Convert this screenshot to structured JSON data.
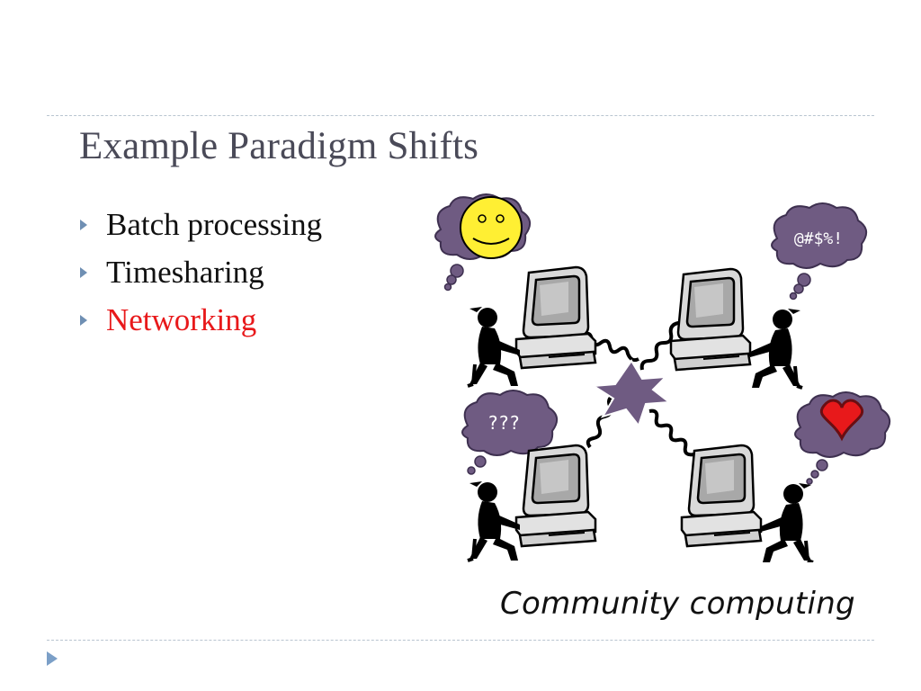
{
  "slide": {
    "title": "Example Paradigm Shifts",
    "bullets": [
      {
        "text": "Batch processing",
        "color": "#111111"
      },
      {
        "text": "Timesharing",
        "color": "#111111"
      },
      {
        "text": "Networking",
        "color": "#e8191b"
      }
    ],
    "caption": "Community computing"
  },
  "illustration": {
    "bubble_symbols": "@#$%!",
    "bubble_question": "???",
    "bubble_color": "#6f5b82",
    "accent_color": "#7b9fc7"
  }
}
